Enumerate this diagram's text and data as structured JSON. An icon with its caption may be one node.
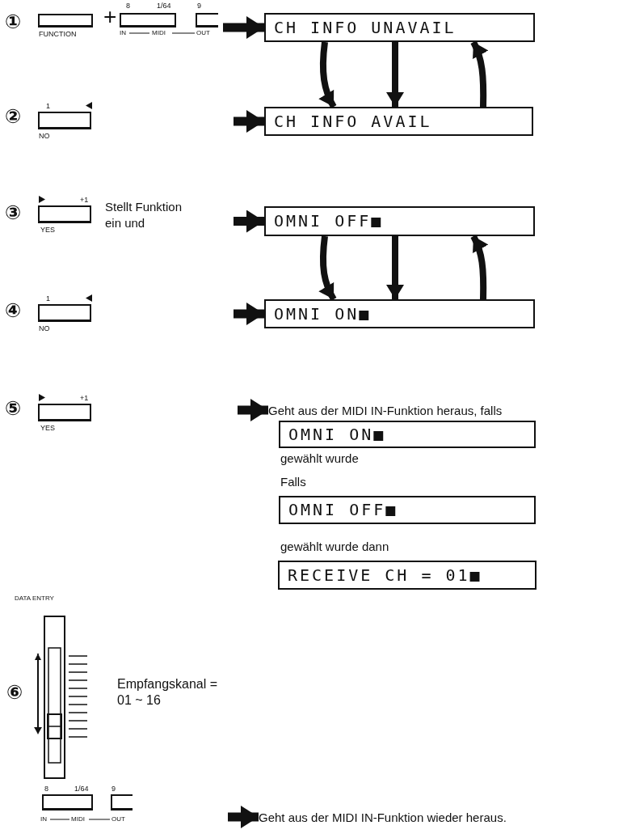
{
  "diagram": {
    "nodes": [
      {
        "text": [
          "FUNCTION"
        ]
      },
      {
        "text": [
          "8",
          "1/64"
        ]
      },
      {
        "text": [
          "9"
        ]
      },
      {
        "text": [
          "CH INFO UNAVAIL"
        ]
      },
      {
        "text": [
          "CH INFO AVAIL"
        ]
      },
      {
        "text": [
          "1",
          "NO"
        ]
      },
      {
        "text": [
          "+1",
          "YES"
        ],
        "beside": [
          "Stellt Funktion ein und"
        ]
      },
      {
        "text": [
          "OMNI OFF■"
        ]
      },
      {
        "text": [
          "OMNI ON■"
        ]
      },
      {
        "text": [
          "1",
          "NO"
        ]
      },
      {
        "text": [
          "+1",
          "YES"
        ]
      },
      {
        "text": [
          "Geht aus der MIDI IN-Funktion heraus, falls"
        ]
      },
      {
        "text": [
          "OMNI ON■"
        ]
      },
      {
        "text": [
          "OMNI OFF■"
        ]
      },
      {
        "text": [
          "RECEIVE CH = 01■"
        ]
      },
      {
        "text": [
          "DATA ENTRY"
        ],
        "beside": [
          "Empfangskanal = 01 ~ 16"
        ]
      },
      {
        "text": [
          "8",
          "1/64"
        ]
      },
      {
        "text": [
          "9"
        ]
      },
      {
        "text": [
          "Geht aus der MIDI IN-Funktion wieder heraus."
        ]
      }
    ],
    "edges": [
      {
        "from": 2,
        "to": 3,
        "arrow": "to"
      },
      {
        "from": 3,
        "to": 4,
        "arrow": "to"
      },
      {
        "from": 3,
        "to": 4,
        "arrow": "to"
      },
      {
        "from": 4,
        "to": 3,
        "arrow": "to"
      },
      {
        "from": null,
        "to": 4,
        "arrow": "to"
      },
      {
        "from": null,
        "to": 7,
        "arrow": "to"
      },
      {
        "from": 7,
        "to": 8,
        "arrow": "to"
      },
      {
        "from": 7,
        "to": 8,
        "arrow": "to"
      },
      {
        "from": 8,
        "to": 7,
        "arrow": "to"
      },
      {
        "from": null,
        "to": 8,
        "arrow": "to"
      },
      {
        "from": null,
        "to": 11,
        "arrow": "to"
      },
      {
        "from": null,
        "to": 18,
        "arrow": "to"
      }
    ],
    "labels": [
      "①",
      "+",
      "IN",
      "MIDI",
      "OUT",
      "②",
      "③",
      "④",
      "⑤",
      "gewählt wurde",
      "Falls",
      "gewählt wurde dann",
      "⑥",
      "IN",
      "MIDI",
      "OUT"
    ]
  }
}
